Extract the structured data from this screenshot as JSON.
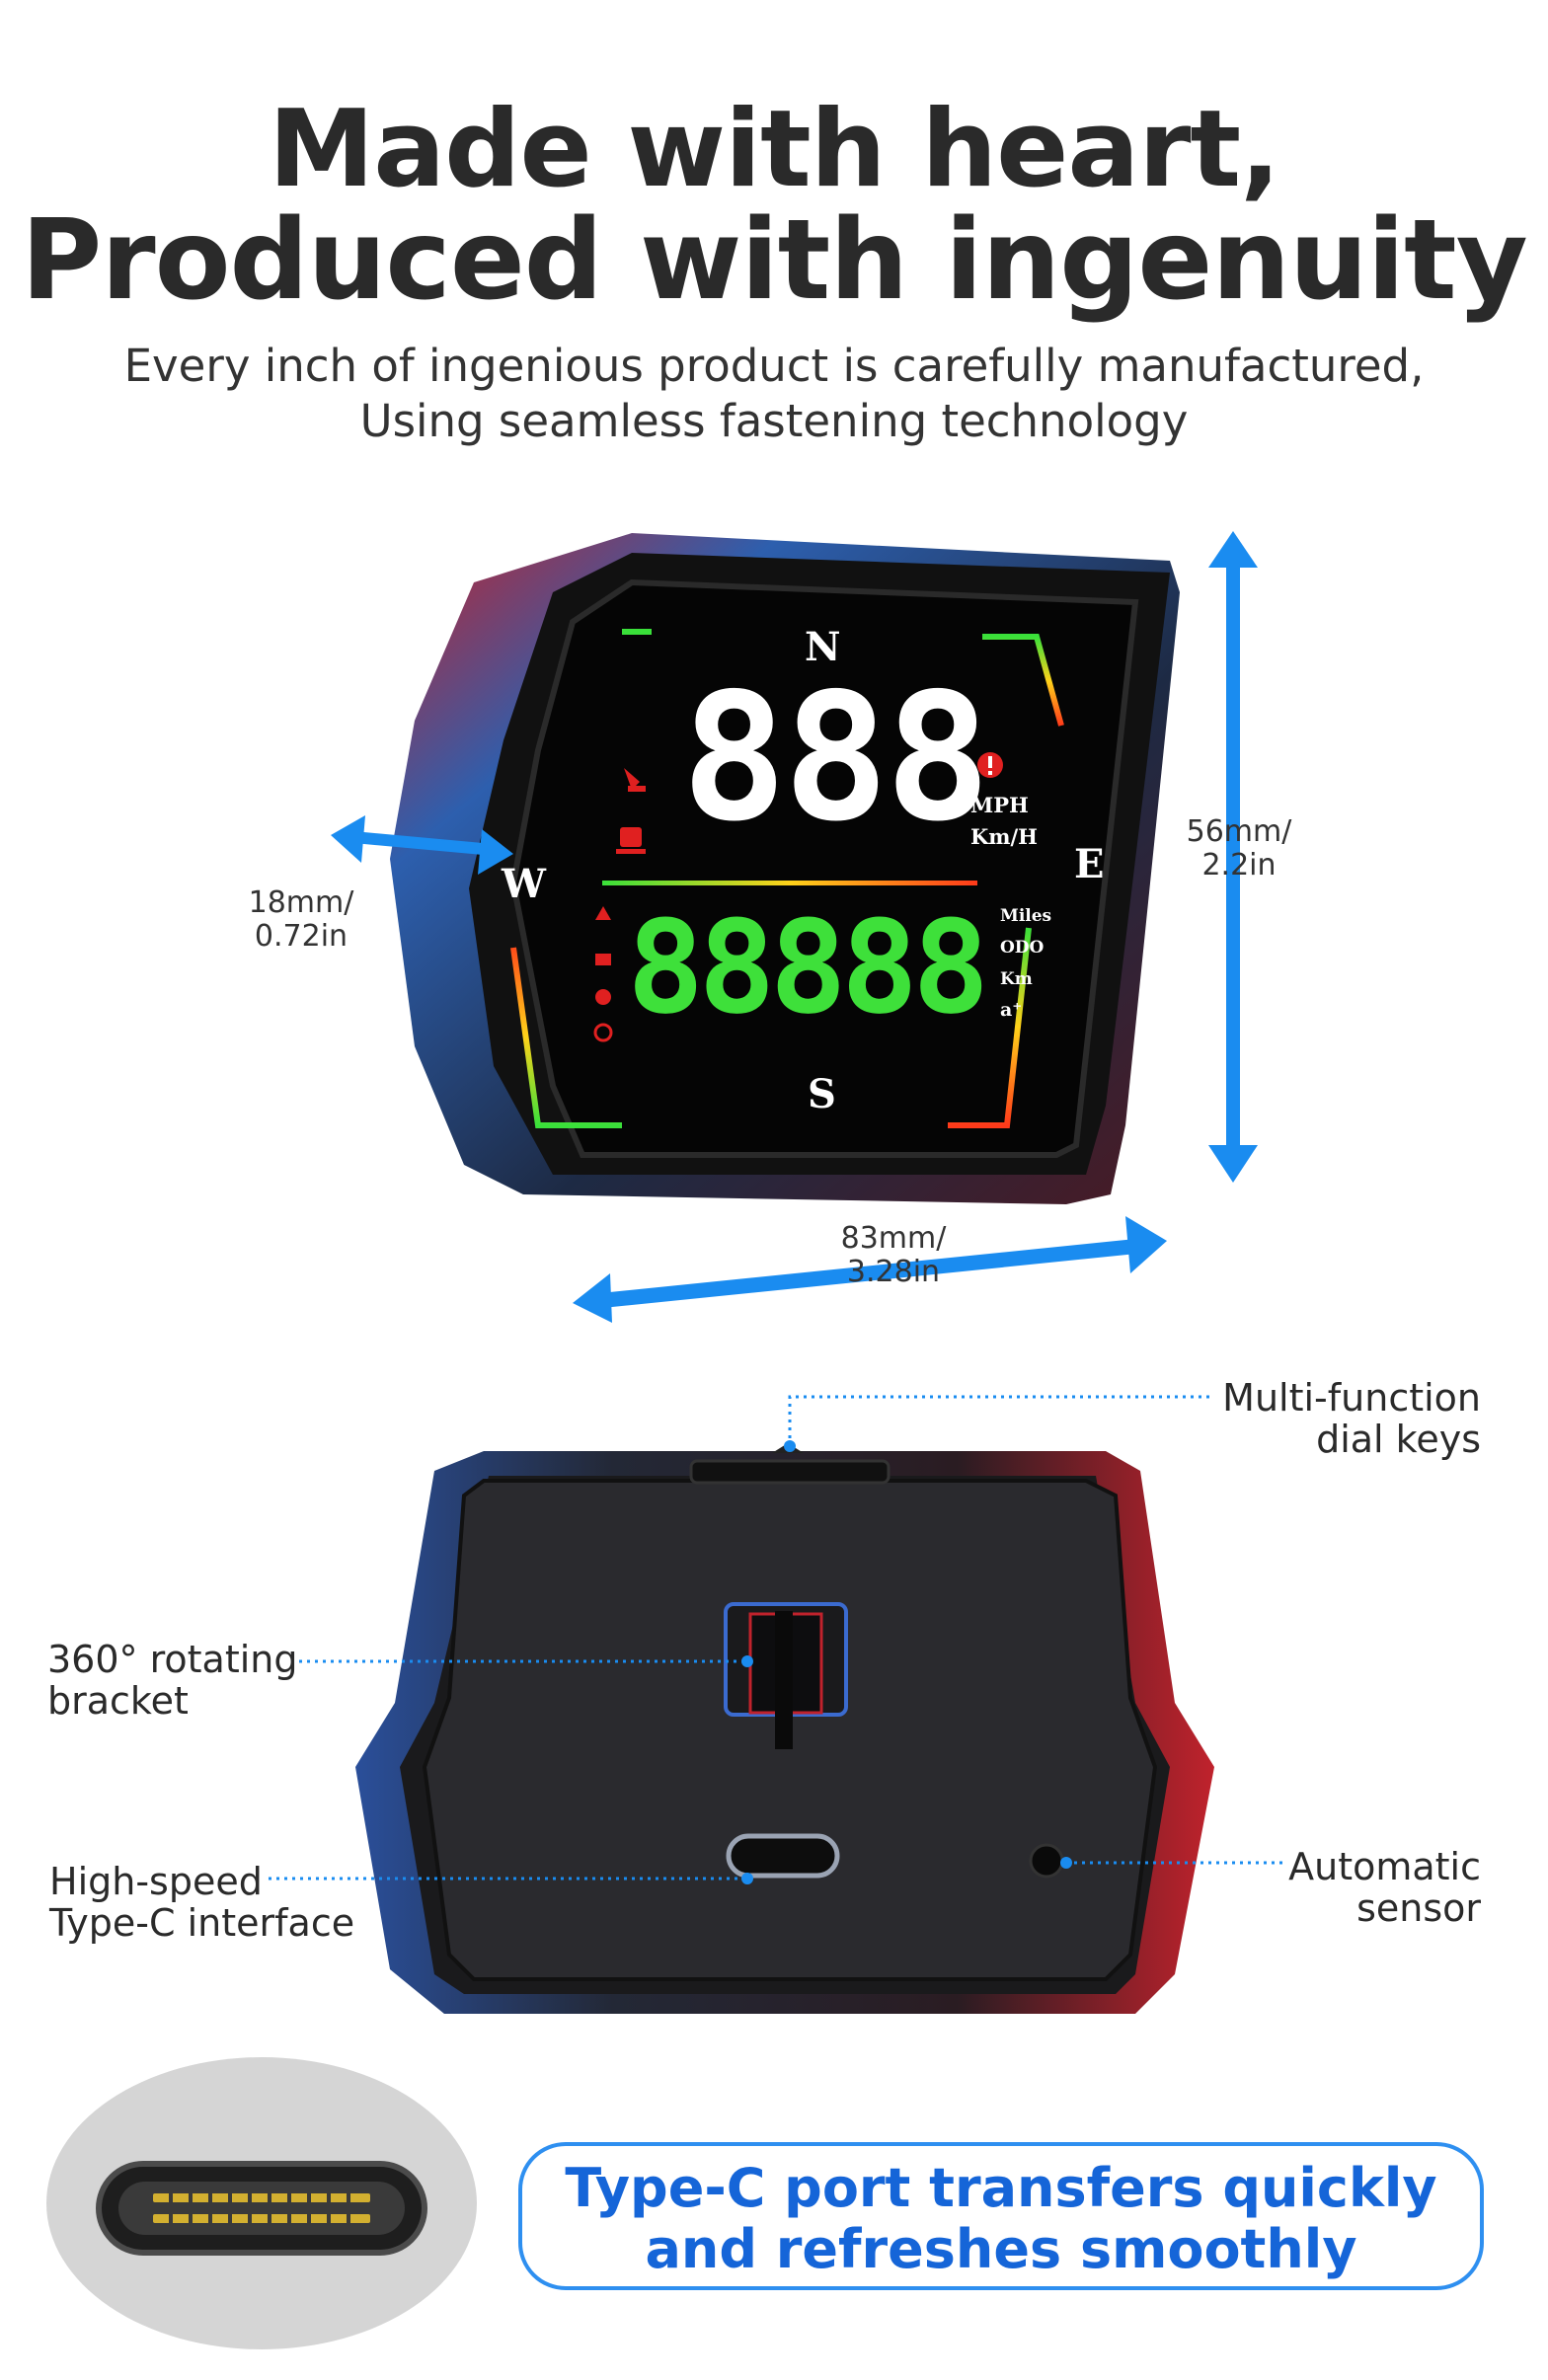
{
  "header": {
    "title_line1": "Made with heart,",
    "title_line2": "Produced with ingenuity",
    "subtitle_line1": "Every inch of ingenious product is carefully manufactured,",
    "subtitle_line2": "Using seamless fastening technology"
  },
  "display": {
    "compass_n": "N",
    "compass_e": "E",
    "compass_s": "S",
    "compass_w": "W",
    "speed_digits": "888",
    "speed_unit_mph": "MPH",
    "speed_unit_kmh": "Km/H",
    "odo_digits": "88888",
    "odo_labels": [
      "Miles",
      "ODO",
      "Km",
      "a⁺"
    ],
    "left_icons": [
      "satellite-icon",
      "coffee-icon"
    ],
    "lower_icons": [
      "mountain-icon",
      "ab-icon",
      "gauge-icon",
      "clock-icon"
    ]
  },
  "dimensions": {
    "depth": "18mm/\n0.72in",
    "height": "56mm/\n2.2in",
    "width": "83mm/\n3.28in"
  },
  "callouts": {
    "dial_keys": "Multi-function\ndial keys",
    "bracket": "360° rotating\nbracket",
    "typec": "High-speed\nType-C interface",
    "sensor": "Automatic\nsensor"
  },
  "banner": {
    "line1": "Type-C port transfers quickly",
    "line2": "and refreshes smoothly"
  },
  "colors": {
    "accent_blue": "#1a8cf0",
    "segment_green": "#3ee03a",
    "segment_white": "#ffffff",
    "alert_red": "#e02020"
  }
}
